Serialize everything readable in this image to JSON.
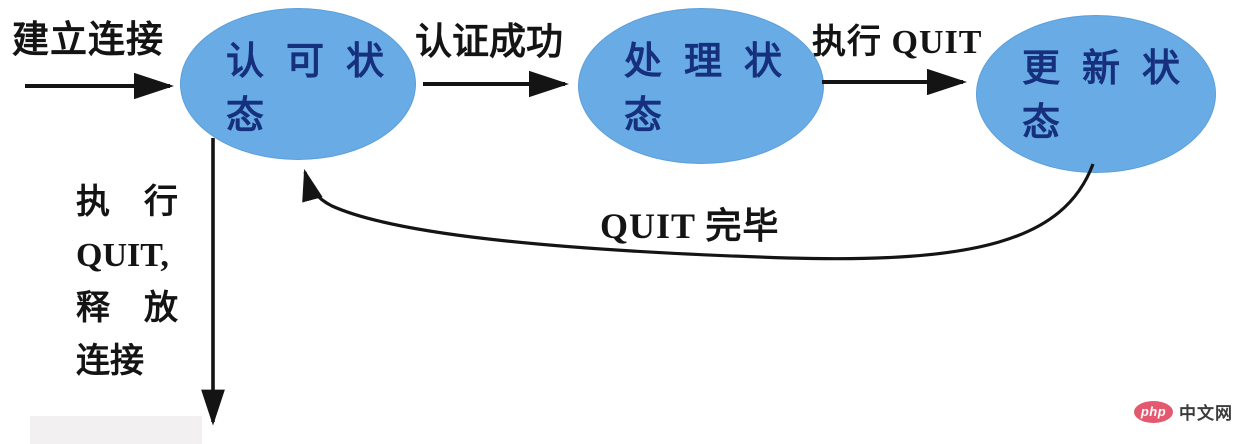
{
  "diagram": {
    "nodes": [
      {
        "id": "authorization-state",
        "line1": "认可状",
        "line2": "态"
      },
      {
        "id": "transaction-state",
        "line1": "处理状",
        "line2": "态"
      },
      {
        "id": "update-state",
        "line1": "更新状",
        "line2": "态"
      }
    ],
    "labels": {
      "establish_connection": "建立连接",
      "auth_success": "认证成功",
      "execute_quit": "执行 QUIT",
      "quit_complete": "QUIT 完毕",
      "release_line1": "执　行",
      "release_line2": "QUIT,",
      "release_line3": "释　放",
      "release_line4": "连接"
    },
    "colors": {
      "node_fill": "#68ABE5",
      "node_text": "#16307E",
      "arrow": "#141414"
    }
  },
  "watermark": {
    "logo_text": "php",
    "site_text": "中文网",
    "logo_color": "#E4596F"
  }
}
